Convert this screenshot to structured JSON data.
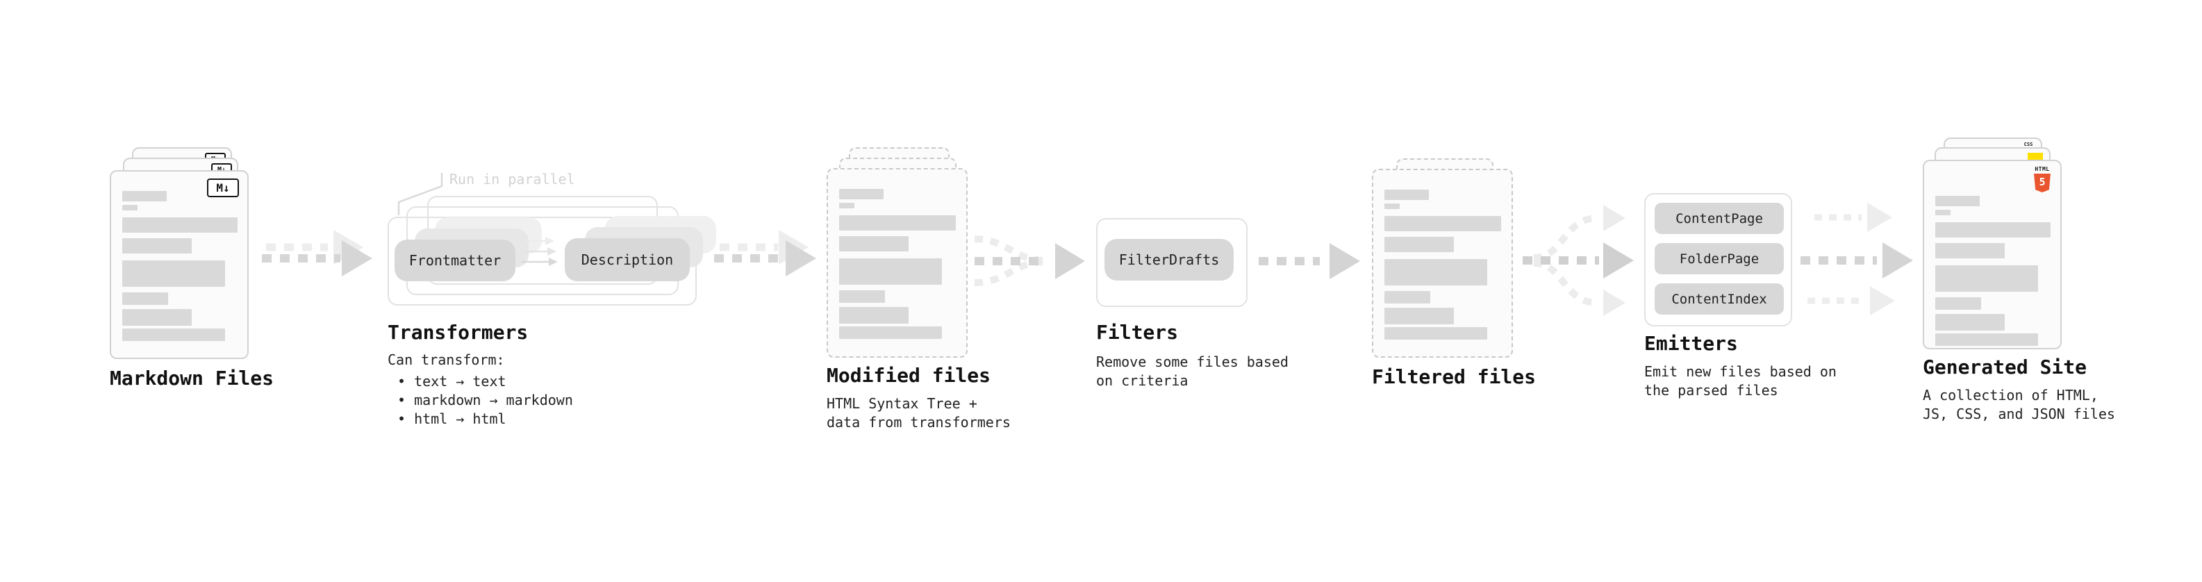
{
  "colors": {
    "html5_orange": "#e8552f",
    "js_yellow": "#ffdf00",
    "css_blue": "#2563eb",
    "arrow_gray": "#d4d4d4",
    "ghost_gray": "#ececec"
  },
  "stages": {
    "markdown": {
      "title": "Markdown Files",
      "badge": "M↓"
    },
    "transformers": {
      "title": "Transformers",
      "callout": "Run in parallel",
      "pill_left": "Frontmatter",
      "pill_right": "Description",
      "heading": "Can transform:",
      "bullet_char": "•",
      "bullets": [
        "text → text",
        "markdown → markdown",
        "html → html"
      ]
    },
    "modified": {
      "title": "Modified files",
      "subtitle": [
        "HTML Syntax Tree +",
        "data from transformers"
      ]
    },
    "filters": {
      "title": "Filters",
      "pill": "FilterDrafts",
      "subtitle": [
        "Remove some files based",
        "on criteria"
      ]
    },
    "filtered": {
      "title": "Filtered files"
    },
    "emitters": {
      "title": "Emitters",
      "pills": [
        "ContentPage",
        "FolderPage",
        "ContentIndex"
      ],
      "subtitle": [
        "Emit new files based on",
        "the parsed files"
      ]
    },
    "generated": {
      "title": "Generated Site",
      "subtitle": [
        "A collection of HTML,",
        "JS, CSS, and JSON files"
      ],
      "badge_html_label": "HTML",
      "badge_html_number": "5",
      "badge_css_label": "CSS"
    }
  }
}
